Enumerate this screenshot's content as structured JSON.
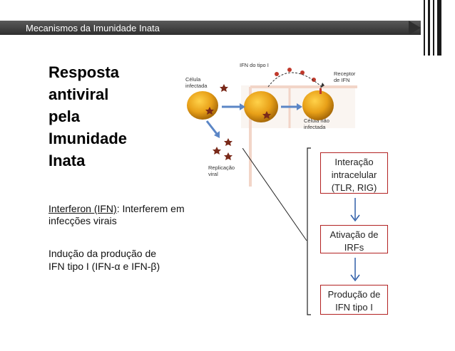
{
  "header": {
    "title": "Mecanismos da Imunidade Inata"
  },
  "slide": {
    "title_lines": [
      "Resposta",
      "antiviral",
      "pela",
      "Imunidade",
      "Inata"
    ],
    "interferon": {
      "term": "Interferon (IFN)",
      "rest": ": Interferem em",
      "line2": "infecções virais"
    },
    "inducao": {
      "line1": "Indução da produção de",
      "line2": "IFN tipo I (IFN-α e IFN-β)"
    }
  },
  "figure": {
    "infected_label_1": "Célula",
    "infected_label_2": "infectada",
    "ifn_label": "IFN do tipo I",
    "receptor_label_1": "Receptor",
    "receptor_label_2": "de IFN",
    "uninfected_label_1": "Célula não",
    "uninfected_label_2": "infectada",
    "replication_label_1": "Replicação",
    "replication_label_2": "viral"
  },
  "flow": {
    "box1": [
      "Interação",
      "intracelular",
      "(TLR, RIG)"
    ],
    "box2": [
      "Ativação de",
      "IRFs"
    ],
    "box3": [
      "Produção de",
      "IFN tipo I"
    ]
  },
  "colors": {
    "box_border": "#b22222",
    "arrow": "#2f5ea8",
    "cell": "#e8a018"
  }
}
